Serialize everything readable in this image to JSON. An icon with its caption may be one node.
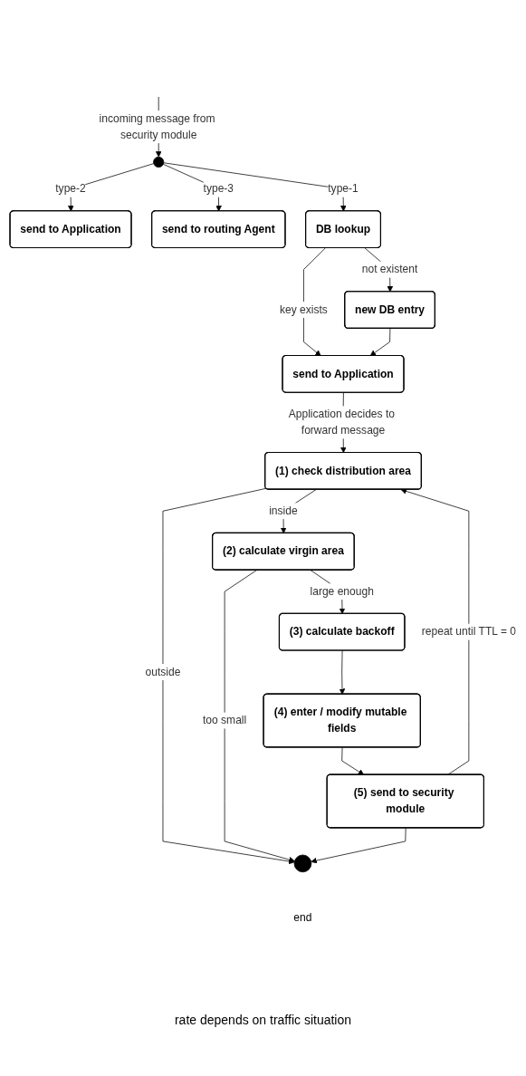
{
  "diagram": {
    "nodes": [
      {
        "text": [
          "send to Application"
        ]
      },
      {
        "text": [],
        "shape": "circle"
      },
      {
        "text": [
          "send to routing Agent"
        ]
      },
      {
        "text": [
          "DB lookup"
        ]
      },
      {
        "text": [
          "new DB entry"
        ]
      },
      {
        "text": [
          "send to Application"
        ]
      },
      {
        "text": [
          "(1) check distribution area"
        ]
      },
      {
        "text": [
          "(2) calculate virgin area"
        ]
      },
      {
        "text": [
          "(3) calculate backoff"
        ]
      },
      {
        "text": [
          "(4) enter / modify mutable fields"
        ]
      },
      {
        "text": [
          "(5) send to security module"
        ]
      },
      {
        "text": [],
        "shape": "circle",
        "beside": [
          "end"
        ]
      }
    ],
    "edges": [
      {
        "from": null,
        "to": 1,
        "arrow": "to",
        "label": "incoming message from security module"
      },
      {
        "from": 1,
        "to": 0,
        "arrow": "to",
        "label": "type-2"
      },
      {
        "from": 1,
        "to": 2,
        "arrow": "to",
        "label": "type-3"
      },
      {
        "from": 1,
        "to": 3,
        "arrow": "to",
        "label": "type-1"
      },
      {
        "from": 3,
        "to": 4,
        "arrow": "to",
        "label": "not existent"
      },
      {
        "from": 3,
        "to": 5,
        "arrow": "to",
        "label": "key exists"
      },
      {
        "from": 4,
        "to": 5,
        "arrow": "to"
      },
      {
        "from": 5,
        "to": 6,
        "arrow": "to",
        "label": "Application decides to forward message"
      },
      {
        "from": 6,
        "to": 11,
        "arrow": "to",
        "label": "outside"
      },
      {
        "from": 6,
        "to": 7,
        "arrow": "to",
        "label": "inside"
      },
      {
        "from": 7,
        "to": 11,
        "arrow": "to",
        "label": "too small"
      },
      {
        "from": 7,
        "to": 8,
        "arrow": "to",
        "label": "large enough"
      },
      {
        "from": 8,
        "to": 9,
        "arrow": "to"
      },
      {
        "from": 9,
        "to": 10,
        "arrow": "to"
      },
      {
        "from": 10,
        "to": 11,
        "arrow": "to"
      },
      {
        "from": 10,
        "to": 6,
        "arrow": "to",
        "label": "repeat until TTL = 0"
      }
    ],
    "labels": [
      "rate depends on traffic situation"
    ]
  }
}
